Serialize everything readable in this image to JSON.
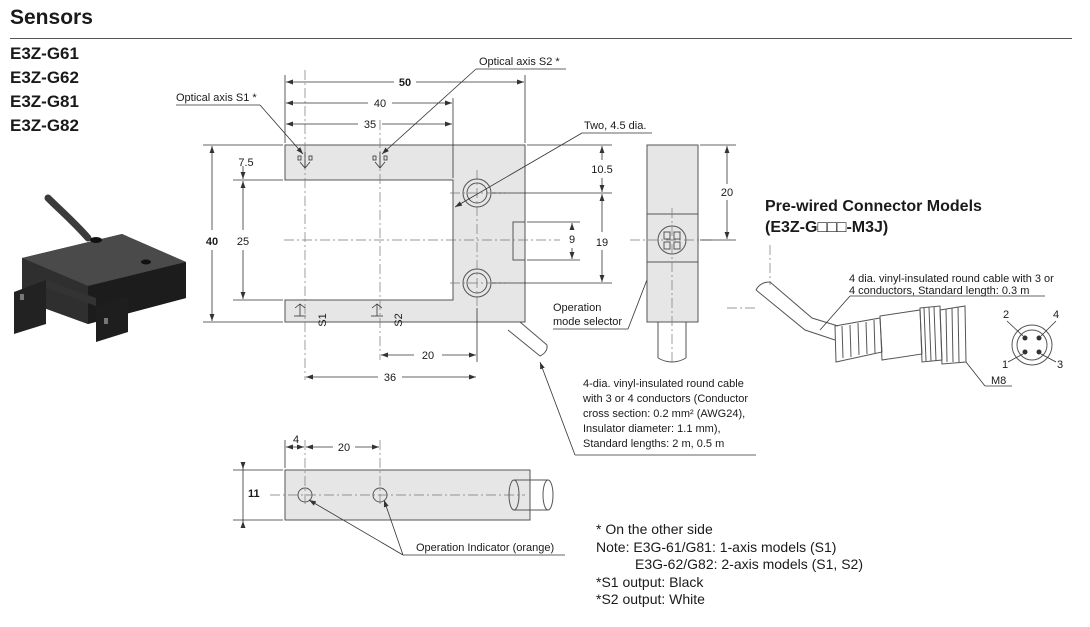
{
  "section_title": "Sensors",
  "models": [
    "E3Z-G61",
    "E3Z-G62",
    "E3Z-G81",
    "E3Z-G82"
  ],
  "connector": {
    "title": "Pre-wired Connector Models",
    "subtitle": "(E3Z-G□□□-M3J)",
    "cable_text_1": "4 dia. vinyl-insulated round cable with 3 or",
    "cable_text_2": "4 conductors, Standard length: 0.3 m",
    "pins": [
      "1",
      "2",
      "3",
      "4"
    ],
    "thread": "M8"
  },
  "labels": {
    "optical_axis_s1": "Optical axis S1 *",
    "optical_axis_s2": "Optical axis S2 *",
    "holes": "Two, 4.5 dia.",
    "operation_mode_1": "Operation",
    "operation_mode_2": "mode selector",
    "s1": "S1",
    "s2": "S2",
    "operation_indicator": "Operation Indicator (orange)",
    "cable_desc": [
      "4-dia. vinyl-insulated round cable",
      "with 3 or 4 conductors  (Conductor",
      "cross section: 0.2 mm² (AWG24),",
      "Insulator diameter: 1.1 mm),",
      "Standard lengths: 2 m, 0.5 m"
    ]
  },
  "dimensions": {
    "width_50": "50",
    "width_40": "40",
    "width_35": "35",
    "height_40": "40",
    "height_7_5": "7.5",
    "height_25": "25",
    "height_10_5": "10.5",
    "height_9": "9",
    "height_19": "19",
    "side_20": "20",
    "bottom_20": "20",
    "bottom_36": "36",
    "front_4": "4",
    "front_20": "20",
    "front_11": "11"
  },
  "notes": [
    "* On the other side",
    "Note: E3G-61/G81: 1-axis models (S1)",
    "E3G-62/G82: 2-axis models (S1, S2)",
    "*S1 output: Black",
    "*S2 output: White"
  ]
}
